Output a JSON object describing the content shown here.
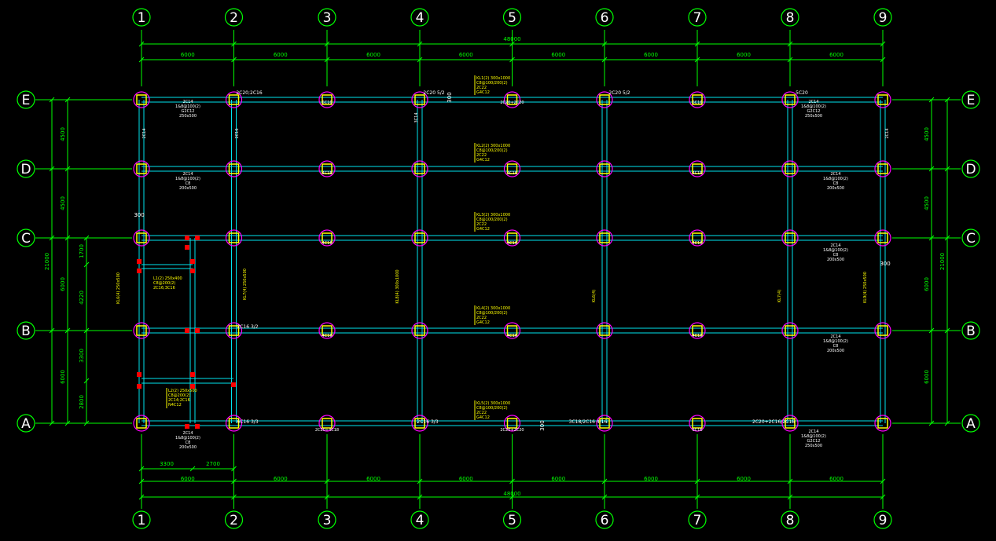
{
  "colors": {
    "background": "#000000",
    "grid_line": "#00ff00",
    "beam": "#00e5ee",
    "column": "#ffff00",
    "column_ring": "#ff00ff",
    "annotation": "#ffff00",
    "small_text": "#ffffff",
    "red_marker": "#ff0000"
  },
  "axes_x": [
    "1",
    "2",
    "3",
    "4",
    "5",
    "6",
    "7",
    "8",
    "9"
  ],
  "axes_y": [
    "E",
    "D",
    "C",
    "B",
    "A"
  ],
  "dims": {
    "top_total": "48000",
    "bottom_total": "48000",
    "top_spans": [
      "6000",
      "6000",
      "6000",
      "6000",
      "6000",
      "6000",
      "6000",
      "6000"
    ],
    "bottom_spans": [
      "6000",
      "6000",
      "6000",
      "6000",
      "6000",
      "6000",
      "6000",
      "6000"
    ],
    "bottom_sub": [
      "3300",
      "2700"
    ],
    "left_total": "21000",
    "right_total": "21000",
    "left_spans": [
      "4500",
      "4500",
      "6000",
      "6000"
    ],
    "right_spans": [
      "4500",
      "4500",
      "6000",
      "6000"
    ],
    "left_sub": [
      "1700",
      "4220",
      "3300",
      "2800"
    ]
  },
  "labels": {
    "dim_300_a": "300",
    "dim_300_b": "300",
    "dim_300_c": "300",
    "dim_300_d": "300",
    "beam_e_1": "2C20;2C16",
    "beam_e_2": "2C20 5/2",
    "beam_e_3": "2C20 5/2",
    "beam_e_4": "5C20",
    "beam_a_1": "6C16 3/3",
    "beam_a_2": "2C16 3/3",
    "beam_a_3": "3C18/2C16 4/16",
    "beam_a_4": "2C20+2C16/2C16",
    "beam_b_1": "2C16 3/2",
    "mid_e_1": "6C16",
    "mid_e_2": "2C20+2C20",
    "mid_e_3": "6C16",
    "mid_d_1": "4C16",
    "mid_d_2": "4C16",
    "mid_d_3": "4C16",
    "mid_c_1": "4C16",
    "mid_c_2": "4C16",
    "mid_c_3": "4C16",
    "mid_b_1": "4C16",
    "mid_b_2": "4C16",
    "mid_b_3": "4C16",
    "mid_a_1": "2C20+4C18",
    "mid_a_2": "2C20+2C20",
    "mid_a_3": "6C16",
    "kl_e": "KL1(2) 300x1000",
    "kl_d": "KL2(2) 300x1000",
    "kl_c": "KL3(2) 300x1000",
    "kl_b": "KL4(2) 300x1000",
    "kl_a": "KL5(2) 300x1000",
    "kl_sub": "C8@100/200(2)",
    "kl_sub2": "2C22",
    "kl_sub3": "G4C12",
    "vert_1": "KL6(4) 250x500",
    "vert_2": "KL7(4) 250x500",
    "vert_4": "KL8(4) 300x1000",
    "vert_9": "KL9(4) 250x500",
    "vert_6": "KL6(4)",
    "vert_8": "KL7(4)",
    "l1": "L1(2) 250x400",
    "l2": "L2(2) 250x500",
    "l1_sub": "C8@200(2)",
    "l1_sub2": "2C16;3C16",
    "l2_sub": "C8@200(2)",
    "l2_sub2": "2C14;2C16",
    "l2_sub3": "N4C12",
    "side_note_1": "2C14",
    "side_note_2": "2C16",
    "side_note_3": "3C14",
    "side_note_4": "2C14",
    "small_blk_1": "2C14\n1&8@100(2)\nC8\n200x500",
    "pt_e1": "2C14\n1&8@100(2)\nG2C12\n250x500"
  }
}
